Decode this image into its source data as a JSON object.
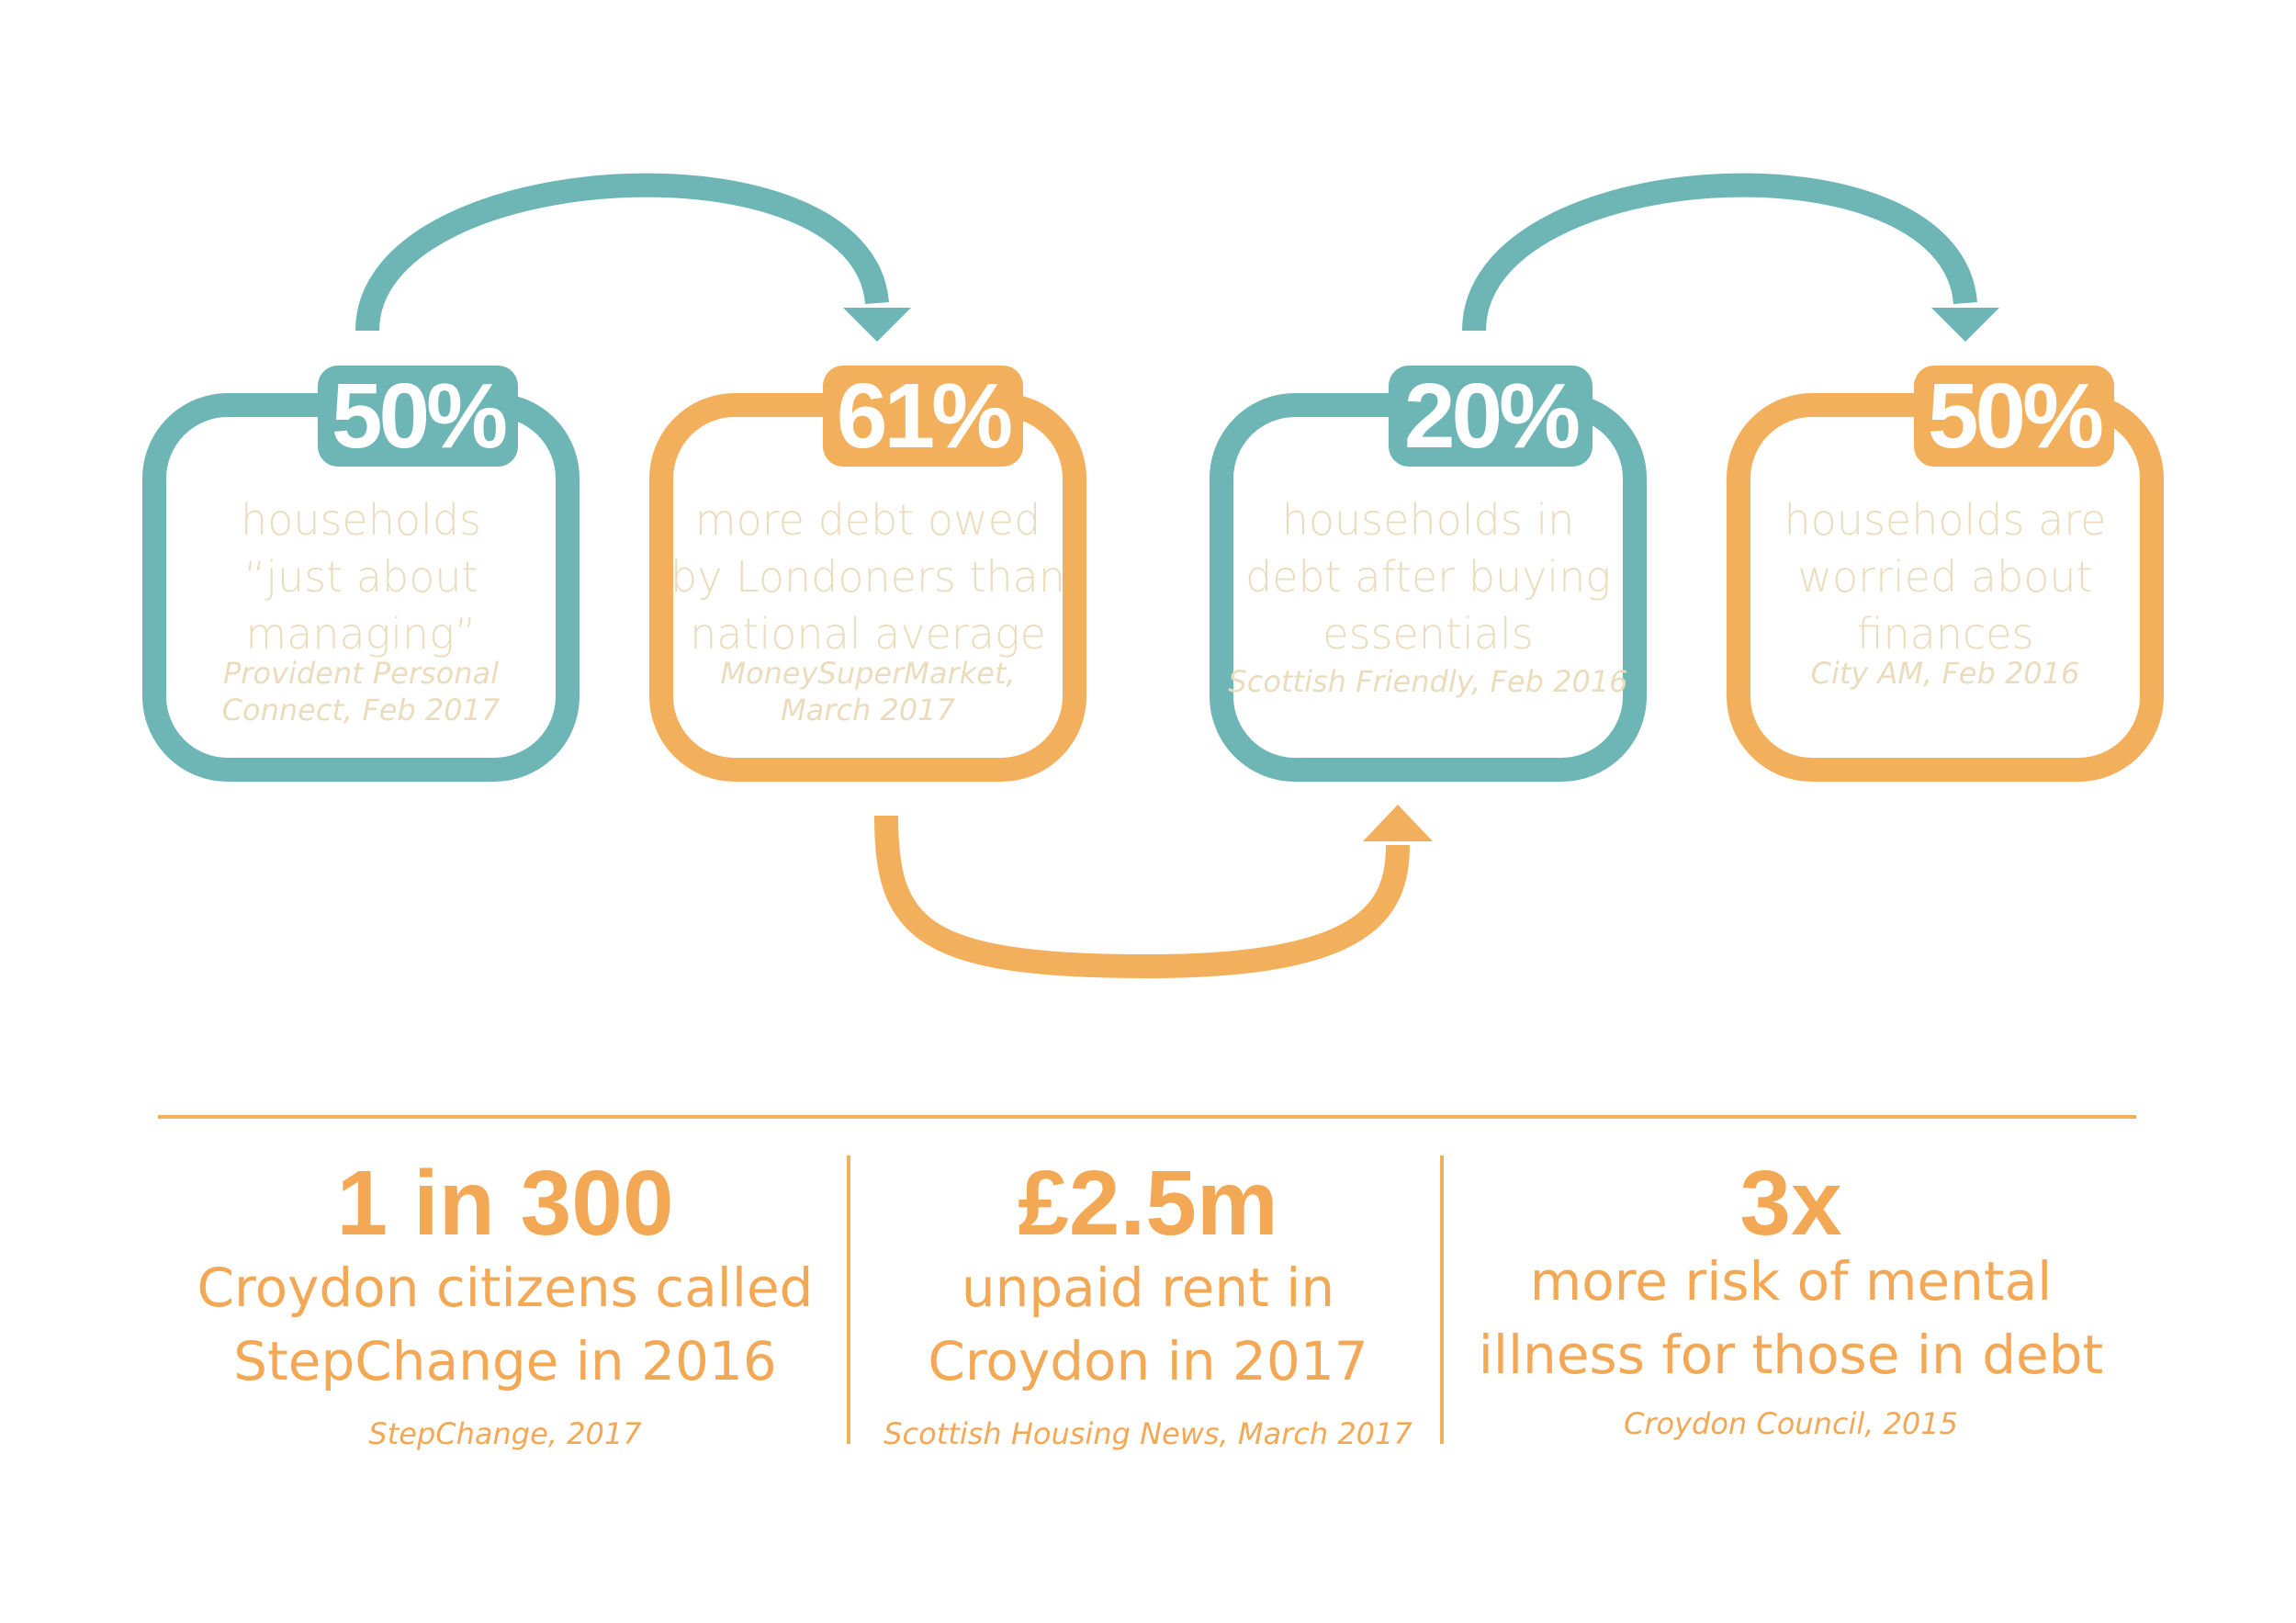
{
  "colors": {
    "teal": "#6db6b5",
    "orange": "#f3b05c",
    "faded_text": "#eadcbd",
    "stat_text": "#f3a856"
  },
  "boxes": [
    {
      "value": "50%",
      "description": "households\n“just about\nmanaging”",
      "source": "Provident Personal\nConnect, Feb 2017",
      "color": "teal"
    },
    {
      "value": "61%",
      "description": "more debt owed\nby Londoners than\nnational average",
      "source": "MoneySuperMarket,\nMarch 2017",
      "color": "orange"
    },
    {
      "value": "20%",
      "description": "households in\ndebt after buying\nessentials",
      "source": "Scottish Friendly, Feb 2016",
      "color": "teal"
    },
    {
      "value": "50%",
      "description": "households are\nworried about\nfinances",
      "source": "City AM, Feb 2016",
      "color": "orange"
    }
  ],
  "stats": [
    {
      "value": "1 in 300",
      "description": "Croydon citizens called\nStepChange in 2016",
      "source": "StepChange, 2017"
    },
    {
      "value": "£2.5m",
      "description": "unpaid rent in\nCroydon in 2017",
      "source": "Scottish Housing News, March 2017"
    },
    {
      "value": "3x",
      "description": "more risk of mental\nillness for those in debt",
      "source": "Croydon Council, 2015"
    }
  ]
}
